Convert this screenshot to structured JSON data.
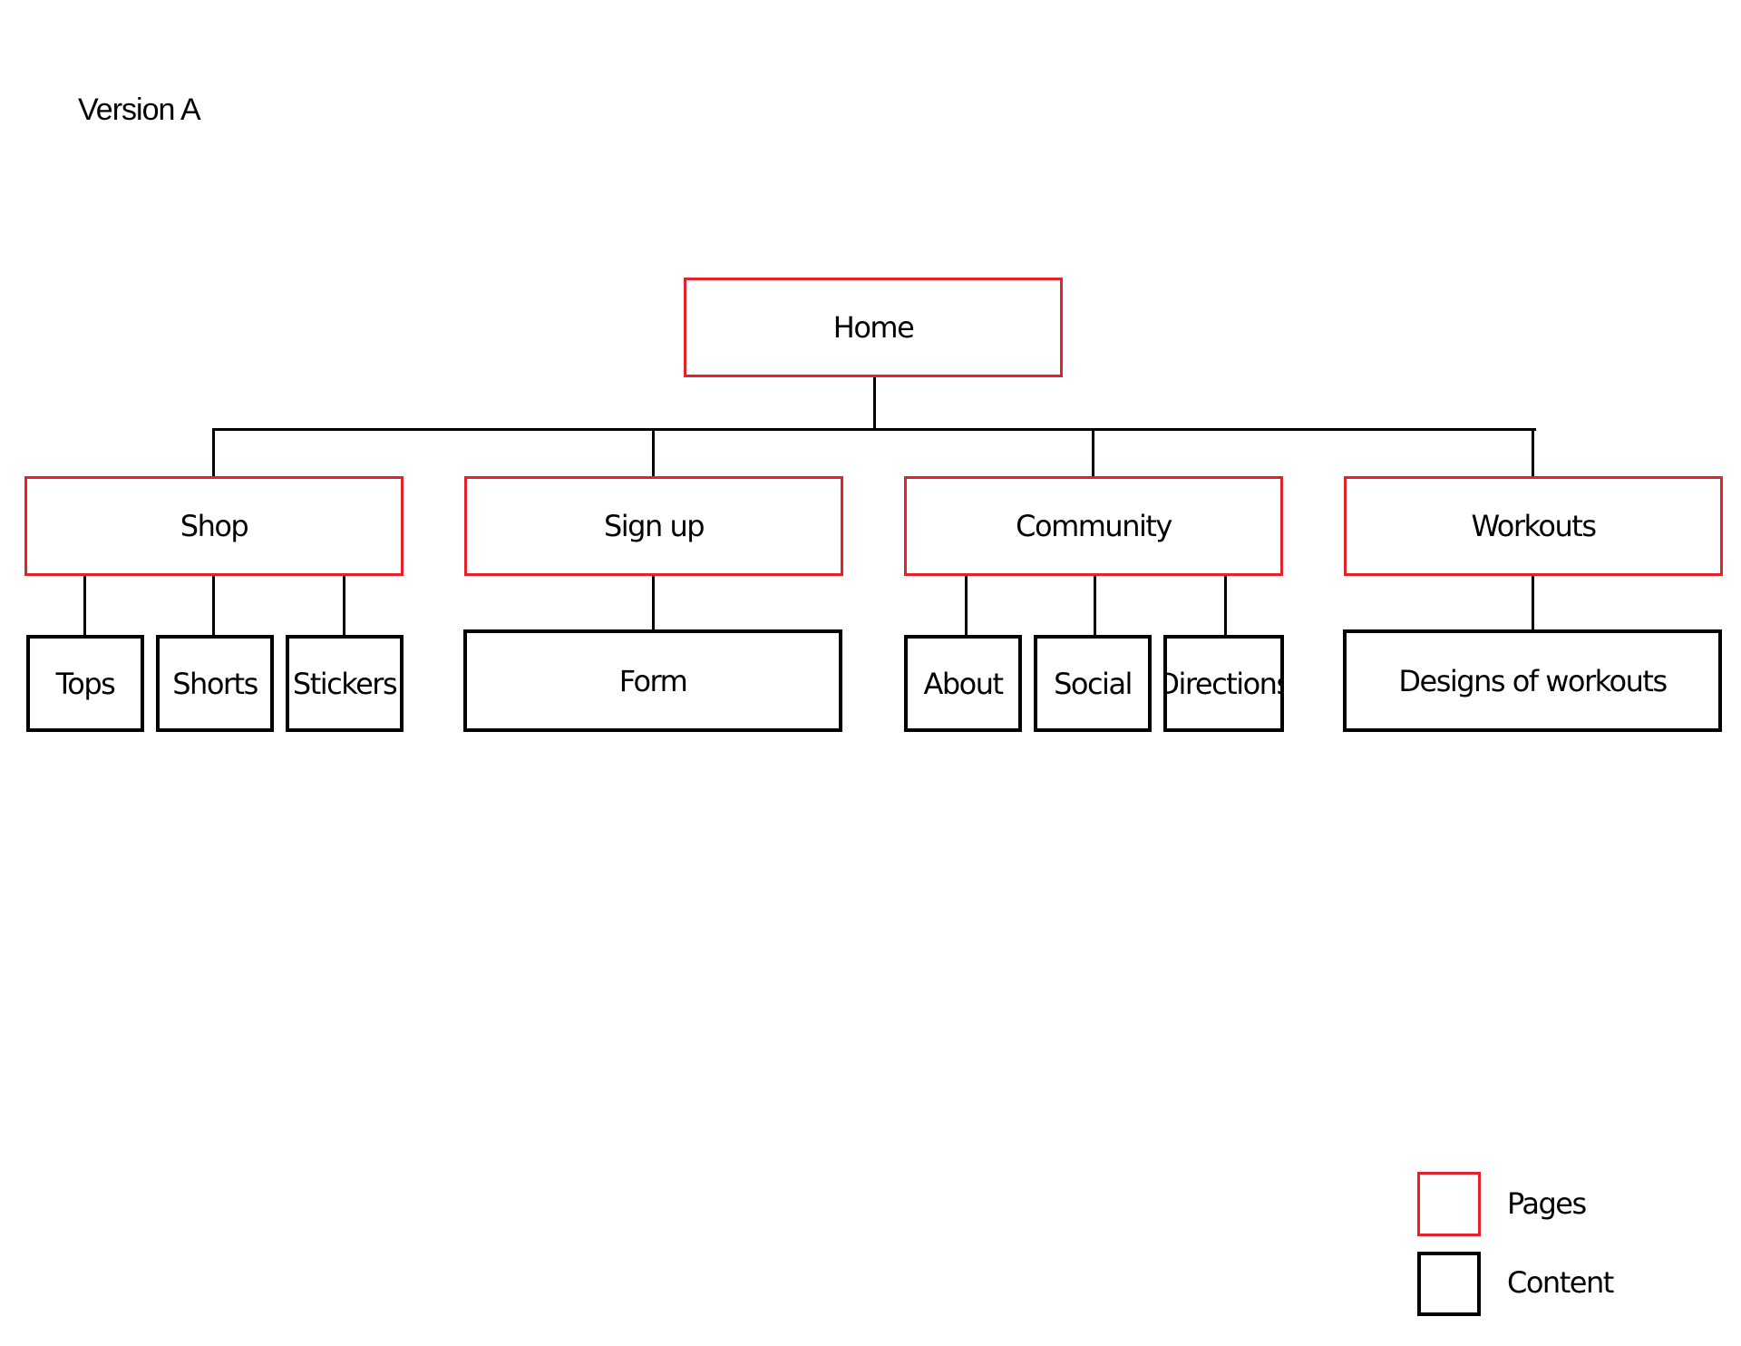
{
  "title": "Version A",
  "colors": {
    "page_border": "#e3232b",
    "content_border": "#000000",
    "connector": "#000000"
  },
  "tree": {
    "root": "Home",
    "sections": [
      {
        "label": "Shop",
        "children": [
          "Tops",
          "Shorts",
          "Stickers"
        ]
      },
      {
        "label": "Sign up",
        "children": [
          "Form"
        ]
      },
      {
        "label": "Community",
        "children": [
          "About",
          "Social",
          "Directions"
        ]
      },
      {
        "label": "Workouts",
        "children": [
          "Designs of workouts"
        ]
      }
    ]
  },
  "legend": {
    "pages": "Pages",
    "content": "Content"
  }
}
